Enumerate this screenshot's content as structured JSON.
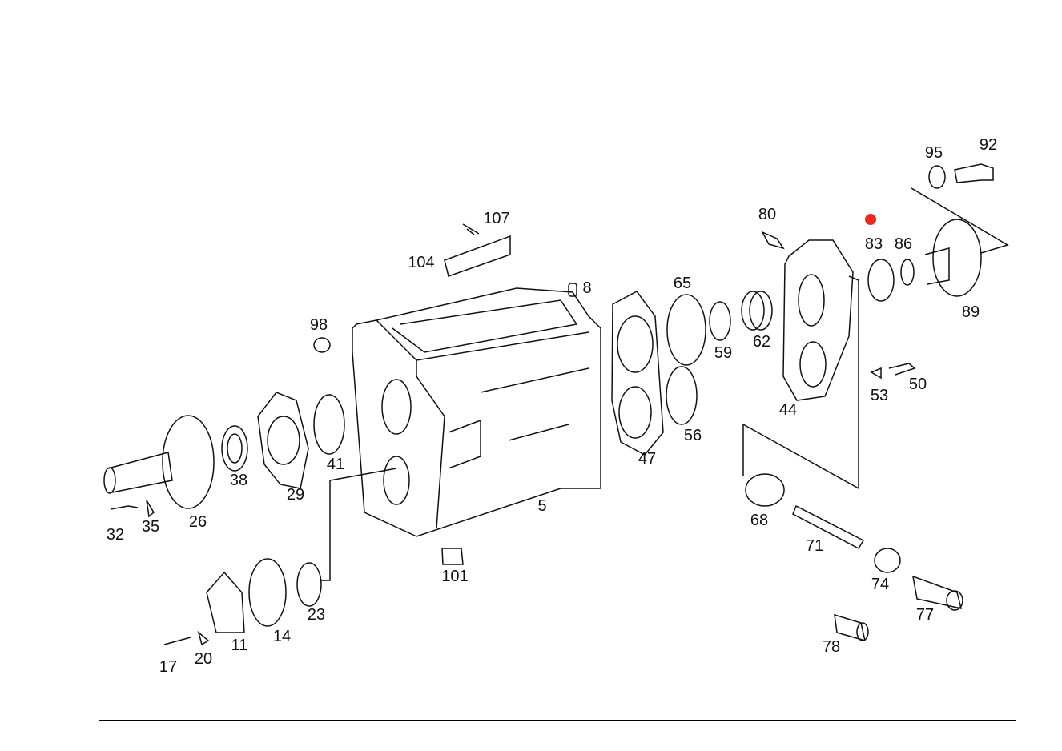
{
  "diagram": {
    "marker_color": "#ee2a1f",
    "part_labels": [
      "107",
      "104",
      "8",
      "98",
      "80",
      "65",
      "59",
      "62",
      "95",
      "92",
      "83",
      "86",
      "89",
      "53",
      "50",
      "44",
      "47",
      "56",
      "41",
      "38",
      "29",
      "26",
      "32",
      "35",
      "5",
      "68",
      "71",
      "74",
      "77",
      "78",
      "101",
      "23",
      "14",
      "11",
      "20",
      "17"
    ]
  }
}
